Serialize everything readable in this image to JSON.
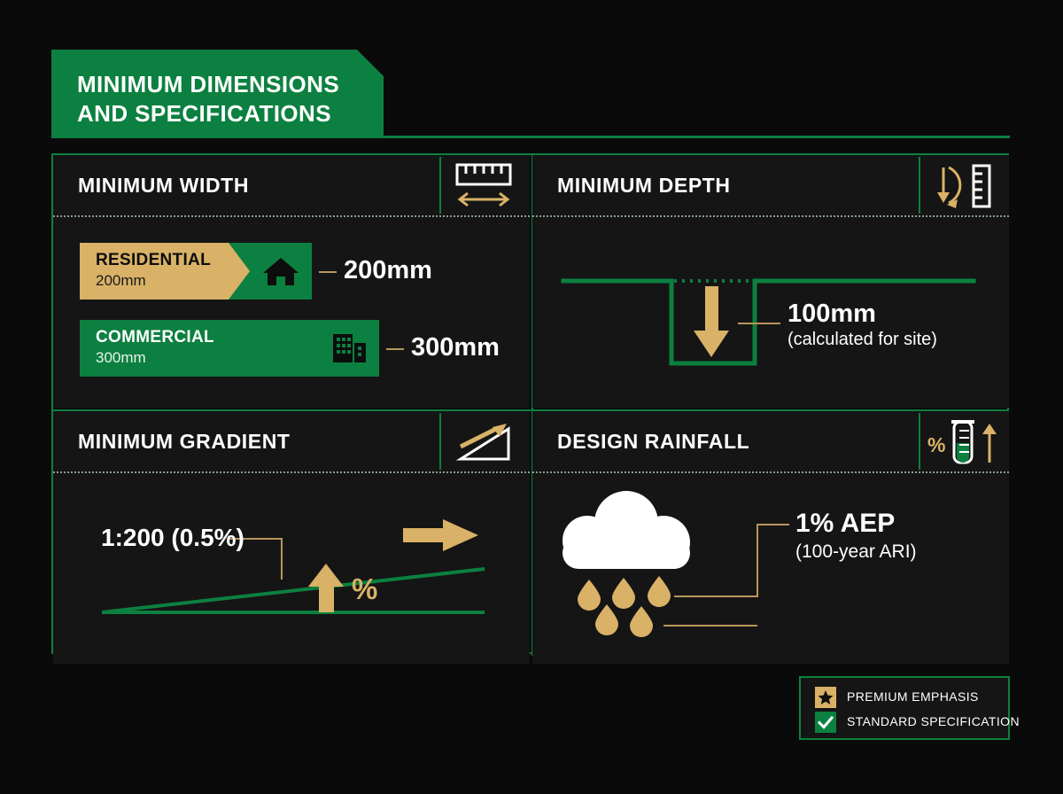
{
  "title": {
    "line1": "MINIMUM DIMENSIONS",
    "line2": "AND SPECIFICATIONS"
  },
  "colors": {
    "background": "#0a0a0a",
    "card": "#151515",
    "green": "#0c8040",
    "gold": "#d9b267",
    "gold_line": "#b9955c",
    "white": "#ffffff"
  },
  "quadrants": {
    "width": {
      "title": "MINIMUM WIDTH",
      "icon": "ruler-with-double-arrow-icon",
      "bars": [
        {
          "label": "RESIDENTIAL",
          "sub": "200mm",
          "icon": "house-icon",
          "value": "200mm",
          "style": "premium"
        },
        {
          "label": "COMMERCIAL",
          "sub": "300mm",
          "icon": "office-building-icon",
          "value": "300mm",
          "style": "standard"
        }
      ]
    },
    "depth": {
      "title": "MINIMUM DEPTH",
      "icon": "depth-arrow-ruler-icon",
      "value": "100mm",
      "note": "(calculated for site)",
      "diagram": "trench-cross-section-with-down-arrow"
    },
    "gradient": {
      "title": "MINIMUM GRADIENT",
      "icon": "slope-triangle-arrow-icon",
      "value": "1:200 (0.5%)",
      "percent_symbol": "%",
      "diagram": "slope-wedge-with-rising-arrow"
    },
    "rainfall": {
      "title": "DESIGN RAINFALL",
      "icon": "percent-test-tube-up-arrow-icon",
      "value": "1% AEP",
      "note": "(100-year ARI)",
      "diagram": "rain-cloud-with-drops"
    }
  },
  "legend": {
    "items": [
      {
        "swatch": "gold",
        "icon": "star-icon",
        "label": "PREMIUM EMPHASIS"
      },
      {
        "swatch": "green",
        "icon": "check-icon",
        "label": "STANDARD SPECIFICATION"
      }
    ]
  }
}
